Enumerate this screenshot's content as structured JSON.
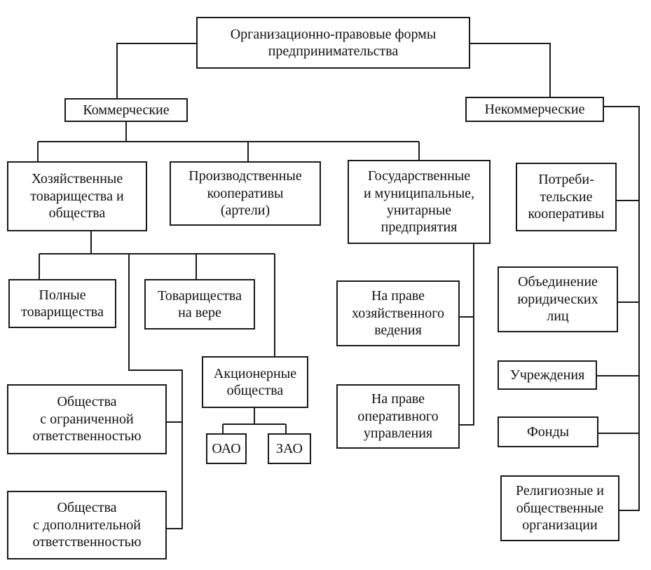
{
  "diagram": {
    "root": "Организационно-правовые формы\nпредпринимательства",
    "commercial": {
      "label": "Коммерческие",
      "business_partnerships": "Хозяйственные\nтоварищества и\nобщества",
      "production_cooperatives": "Производственные\nкооперативы\n(артели)",
      "unitary_enterprises": "Государственные\nи муниципальные,\nунитарные\nпредприятия",
      "full_partnerships": "Полные\nтоварищества",
      "limited_partnerships": "Товарищества\nна вере",
      "joint_stock": "Акционерные\nобщества",
      "oao": "ОАО",
      "zao": "ЗАО",
      "llc": "Общества\nс ограниченной\nответственностью",
      "alc": "Общества\nс дополнительной\nответственностью",
      "economic_management": "На праве\nхозяйственного\nведения",
      "operational_management": "На праве\nоперативного\nуправления"
    },
    "noncommercial": {
      "label": "Некоммерческие",
      "consumer_cooperatives": "Потреби-\nтельские\nкооперативы",
      "associations": "Объединение\nюридических\nлиц",
      "institutions": "Учреждения",
      "funds": "Фонды",
      "religious": "Религиозные и\nобщественные\nорганизации"
    }
  }
}
